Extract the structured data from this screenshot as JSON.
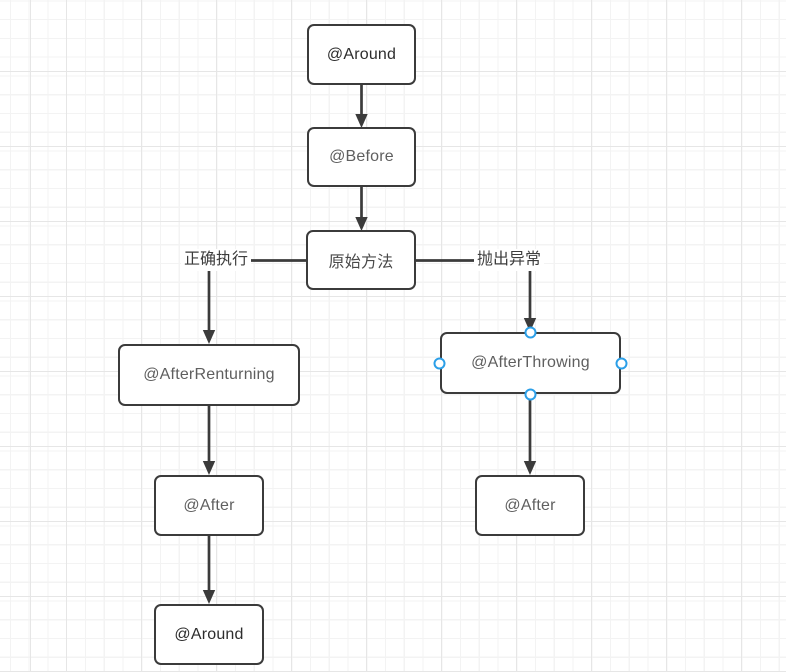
{
  "diagram": {
    "nodes": {
      "around_top": {
        "label": "@Around"
      },
      "before": {
        "label": "@Before"
      },
      "original_method": {
        "label": "原始方法"
      },
      "after_returning": {
        "label": "@AfterRenturning"
      },
      "after_left": {
        "label": "@After"
      },
      "around_bottom": {
        "label": "@Around"
      },
      "after_throwing": {
        "label": "@AfterThrowing",
        "selected": true
      },
      "after_right": {
        "label": "@After"
      }
    },
    "edge_labels": {
      "success": "正确执行",
      "exception": "抛出异常"
    },
    "connections": [
      {
        "from": "around_top",
        "to": "before"
      },
      {
        "from": "before",
        "to": "original_method"
      },
      {
        "from": "original_method",
        "to": "after_returning",
        "label": "正确执行"
      },
      {
        "from": "original_method",
        "to": "after_throwing",
        "label": "抛出异常"
      },
      {
        "from": "after_returning",
        "to": "after_left"
      },
      {
        "from": "after_left",
        "to": "around_bottom"
      },
      {
        "from": "after_throwing",
        "to": "after_right"
      }
    ],
    "colors": {
      "node_border": "#3b3b3b",
      "node_fill": "#ffffff",
      "edge_stroke": "#3b3b3b",
      "selection_handle": "#2b9fe8",
      "grid_minor": "#f3f3f3",
      "grid_major": "#e6e6e6",
      "text_dark": "#2d2d2d",
      "text_gray": "#5f5f5f"
    }
  }
}
